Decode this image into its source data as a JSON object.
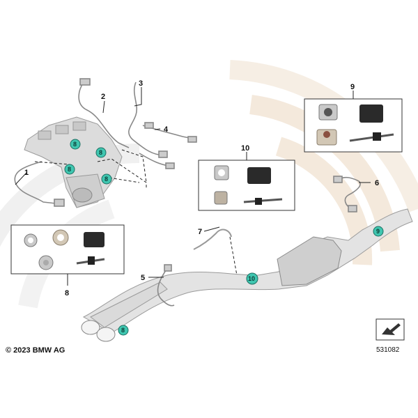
{
  "copyright": "© 2023 BMW AG",
  "document_number": "531082",
  "callouts": [
    "1",
    "2",
    "3",
    "4",
    "5",
    "6",
    "7",
    "8",
    "9",
    "10"
  ],
  "badges": [
    "8",
    "8",
    "8",
    "8",
    "9",
    "10",
    "8"
  ],
  "colors": {
    "badge_fill": "#3fc6b0",
    "background_arc": "#f1e6d8",
    "frame": "#333333",
    "part_gray": "#d9d9d9"
  },
  "icons": [
    "return-arrow-icon"
  ]
}
